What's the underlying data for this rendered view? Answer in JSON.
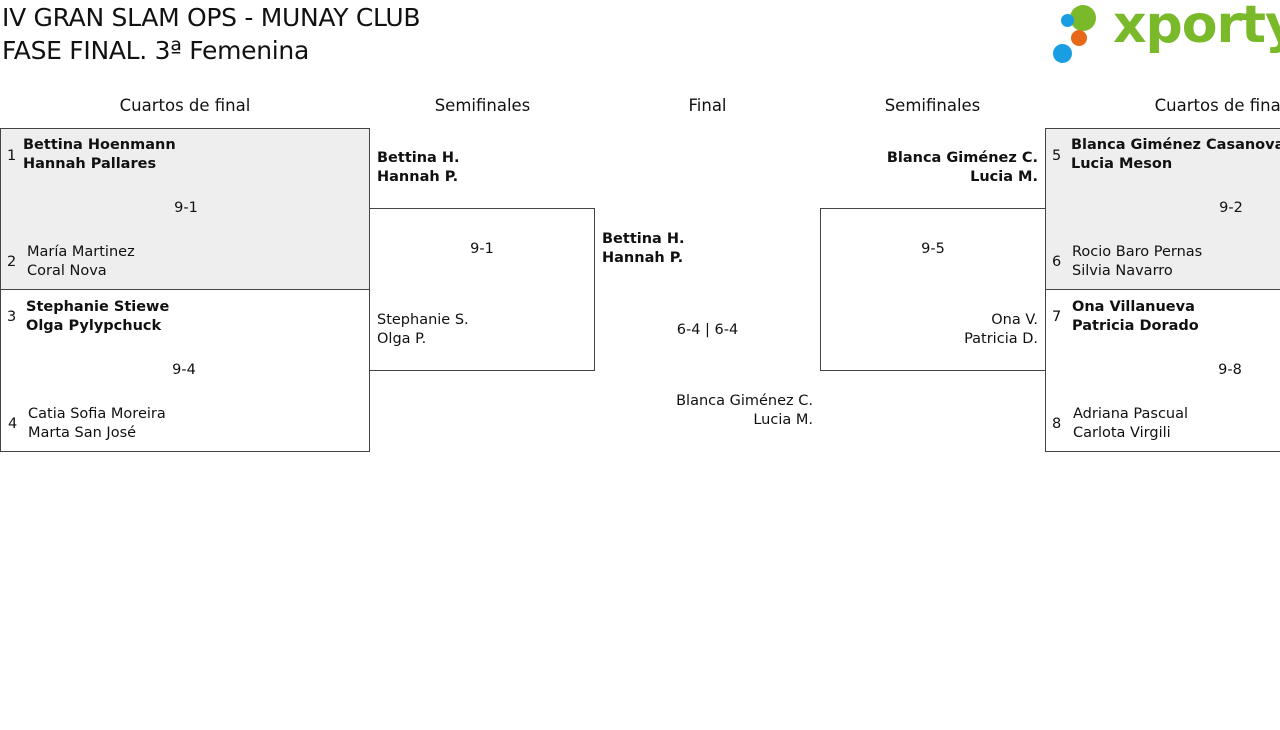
{
  "header": {
    "title_line1": "IV GRAN SLAM OPS - MUNAY CLUB",
    "title_line2": "FASE FINAL. 3ª Femenina"
  },
  "logo": {
    "text": "xporty",
    "colors": {
      "green": "#7ab929",
      "blue": "#1a9ee3",
      "orange": "#e8681a"
    }
  },
  "rounds": {
    "left_quarters": "Cuartos de final",
    "left_semis": "Semifinales",
    "final": "Final",
    "right_semis": "Semifinales",
    "right_quarters": "Cuartos de final"
  },
  "left_quarters": [
    {
      "seed_a": "1",
      "team_a": [
        "Bettina Hoenmann",
        "Hannah Pallares"
      ],
      "score": "9-1",
      "seed_b": "2",
      "team_b": [
        "María Martinez",
        "Coral Nova"
      ]
    },
    {
      "seed_a": "3",
      "team_a": [
        "Stephanie Stiewe",
        "Olga Pylypchuck"
      ],
      "score": "9-4",
      "seed_b": "4",
      "team_b": [
        "Catia Sofia Moreira",
        "Marta San José"
      ]
    }
  ],
  "right_quarters": [
    {
      "seed_a": "5",
      "team_a": [
        "Blanca Giménez Casanovas",
        "Lucia Meson"
      ],
      "score": "9-2",
      "seed_b": "6",
      "team_b": [
        "Rocio Baro Pernas",
        "Silvia Navarro"
      ]
    },
    {
      "seed_a": "7",
      "team_a": [
        "Ona Villanueva",
        "Patricia Dorado"
      ],
      "score": "9-8",
      "seed_b": "8",
      "team_b": [
        "Adriana Pascual",
        "Carlota Virgili"
      ]
    }
  ],
  "left_semi": {
    "team_a": [
      "Bettina H.",
      "Hannah P."
    ],
    "score": "9-1",
    "team_b": [
      "Stephanie S.",
      "Olga P."
    ]
  },
  "right_semi": {
    "team_a": [
      "Blanca Giménez C.",
      "Lucia M."
    ],
    "score": "9-5",
    "team_b": [
      "Ona V.",
      "Patricia D."
    ]
  },
  "final": {
    "team_a": [
      "Bettina H.",
      "Hannah P."
    ],
    "score": "6-4 | 6-4",
    "team_b": [
      "Blanca Giménez C.",
      "Lucia M."
    ]
  }
}
